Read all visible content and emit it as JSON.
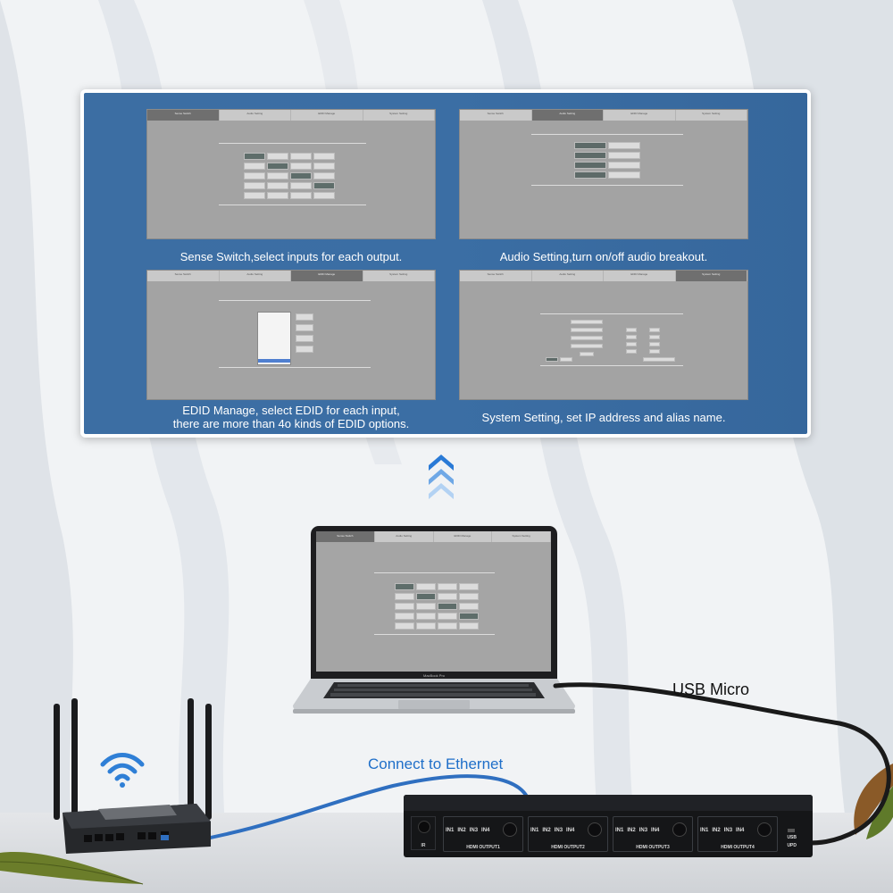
{
  "colors": {
    "panel_blue": "#3b6ea4",
    "arrow_blue": "#2f7fd6",
    "ethernet_cable": "#2f6fc0",
    "ethernet_label": "#1f6fc9"
  },
  "tabs": [
    "Sense Switch",
    "Audio Setting",
    "EDID Manage",
    "System Setting"
  ],
  "panel": {
    "captions": {
      "sense": "Sense Switch,select inputs for each output.",
      "audio": "Audio Setting,turn on/off audio breakout.",
      "edid_line1": "EDID Manage, select EDID for each input,",
      "edid_line2": "there are more than 4o kinds of EDID options.",
      "system": "System Setting, set IP address and alias name."
    }
  },
  "laptop": {
    "brand": "MacBook Pro"
  },
  "labels": {
    "usb": "USB Micro",
    "ethernet": "Connect to Ethernet"
  },
  "switch": {
    "ir": "IR",
    "inputs": [
      "IN1",
      "IN2",
      "IN3",
      "IN4"
    ],
    "outputs": [
      "HDMI OUTPUT1",
      "HDMI OUTPUT2",
      "HDMI OUTPUT3",
      "HDMI OUTPUT4"
    ],
    "usb_label": "USB",
    "upd_label": "UPD"
  },
  "icons": {
    "wifi": "wifi-icon",
    "arrows": "chevron-up-icon"
  }
}
